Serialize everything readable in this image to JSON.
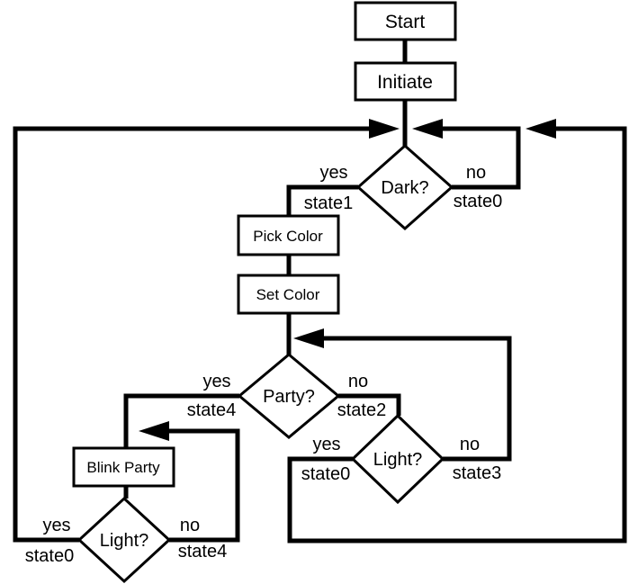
{
  "nodes": {
    "start": "Start",
    "initiate": "Initiate",
    "dark": "Dark?",
    "pick_color": "Pick Color",
    "set_color": "Set Color",
    "party": "Party?",
    "light_right": "Light?",
    "blink_party": "Blink Party",
    "light_left": "Light?"
  },
  "edge_labels": {
    "dark_yes": "yes",
    "dark_yes_state": "state1",
    "dark_no": "no",
    "dark_no_state": "state0",
    "party_yes": "yes",
    "party_yes_state": "state4",
    "party_no": "no",
    "party_no_state": "state2",
    "light_right_yes": "yes",
    "light_right_yes_state": "state0",
    "light_right_no": "no",
    "light_right_no_state": "state3",
    "light_left_yes": "yes",
    "light_left_yes_state": "state0",
    "light_left_no": "no",
    "light_left_no_state": "state4"
  },
  "colors": {
    "stroke": "#000000",
    "background": "#ffffff"
  }
}
